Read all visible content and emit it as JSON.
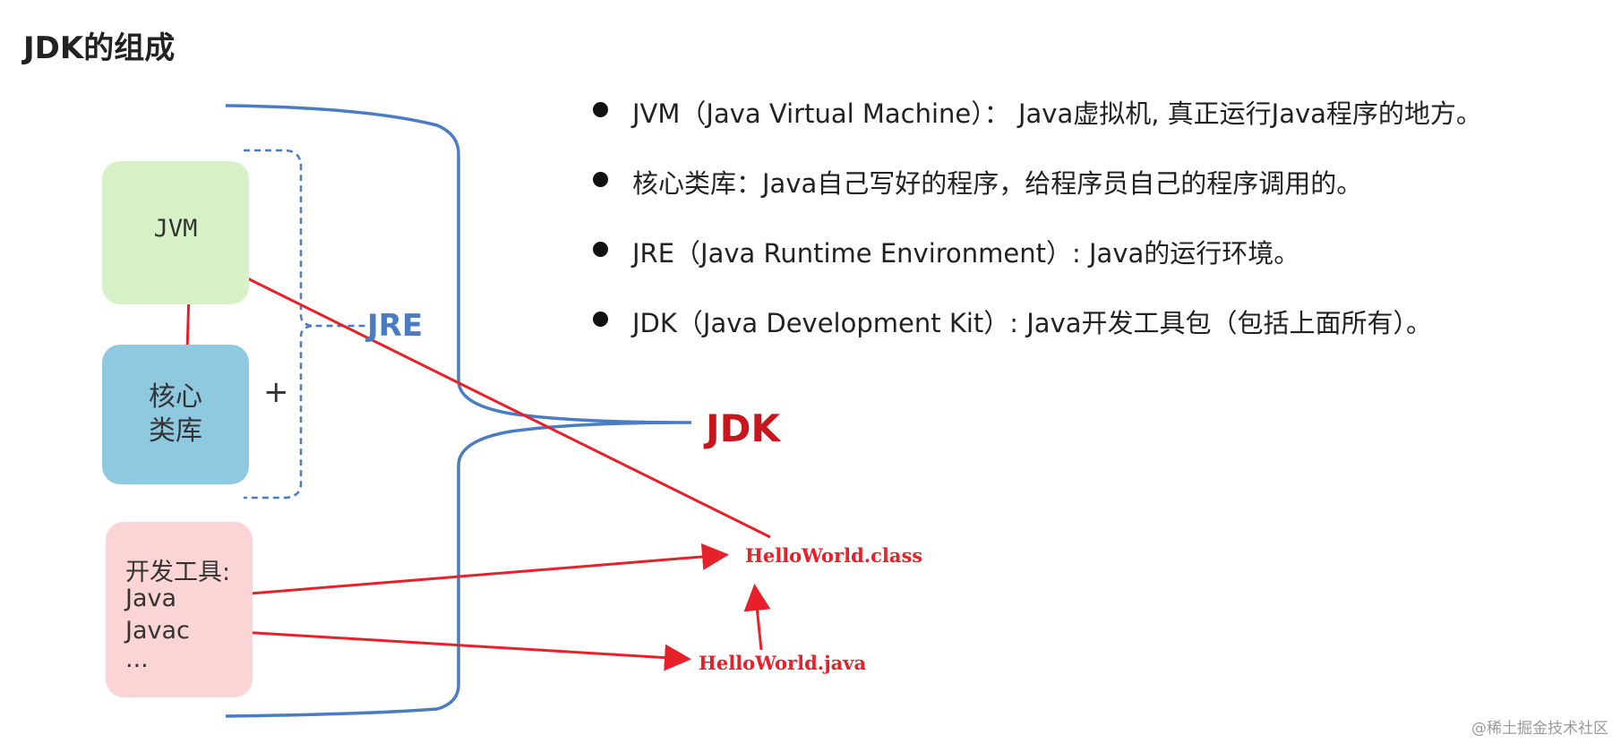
{
  "title": "JDK的组成",
  "diagram": {
    "jvm_box": "JVM",
    "lib_box": "核心\n类库",
    "plus": "+",
    "jre_label": "JRE",
    "jdk_label": "JDK",
    "tools_box": [
      "开发工具:",
      "Java",
      "Javac",
      "..."
    ],
    "file_class": "HelloWorld.class",
    "file_java": "HelloWorld.java"
  },
  "bullets": [
    "JVM（Java Virtual Machine）： Java虚拟机, 真正运行Java程序的地方。",
    "核心类库：Java自己写好的程序，给程序员自己的程序调用的。",
    "JRE（Java Runtime Environment）: Java的运行环境。",
    "JDK（Java Development Kit）: Java开发工具包（包括上面所有）。"
  ],
  "watermark": "@稀土掘金技术社区",
  "colors": {
    "jvm_box": "#d8f2c8",
    "lib_box": "#8fc9e0",
    "tools_box": "#fbd5d5",
    "brace_blue": "#4a7cc4",
    "arrow_red": "#e8202a",
    "jdk_red": "#c8161d"
  }
}
